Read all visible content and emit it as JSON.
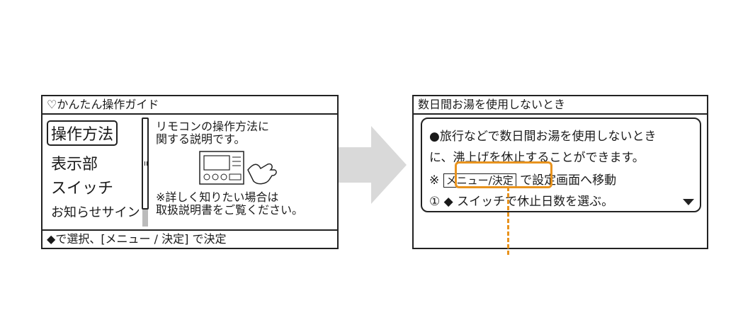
{
  "left_screen": {
    "title": "かんたん操作ガイド",
    "menu": [
      "操作方法",
      "表示部",
      "スイッチ",
      "お知らせサイン"
    ],
    "description_lines": [
      "リモコンの操作方法に",
      "関する説明です。"
    ],
    "note_lines": [
      "※詳しく知りたい場合は",
      "取扱説明書をご覧ください。"
    ],
    "footer": "で選択、[メニュー / 決定] で決定"
  },
  "right_screen": {
    "title": "数日間お湯を使用しないとき",
    "line1": "●旅行などで数日間お湯を使用しないとき",
    "line2": "に、沸上げを休止することができます。",
    "line3_prefix": "※",
    "line3_key": "メニュー/決定",
    "line3_suffix": "で設定画面へ移動",
    "line4_prefix": "①",
    "line4_text": "スイッチで休止日数を選ぶ。"
  },
  "colors": {
    "highlight": "#e8931e",
    "arrow": "#d9d9d9"
  }
}
